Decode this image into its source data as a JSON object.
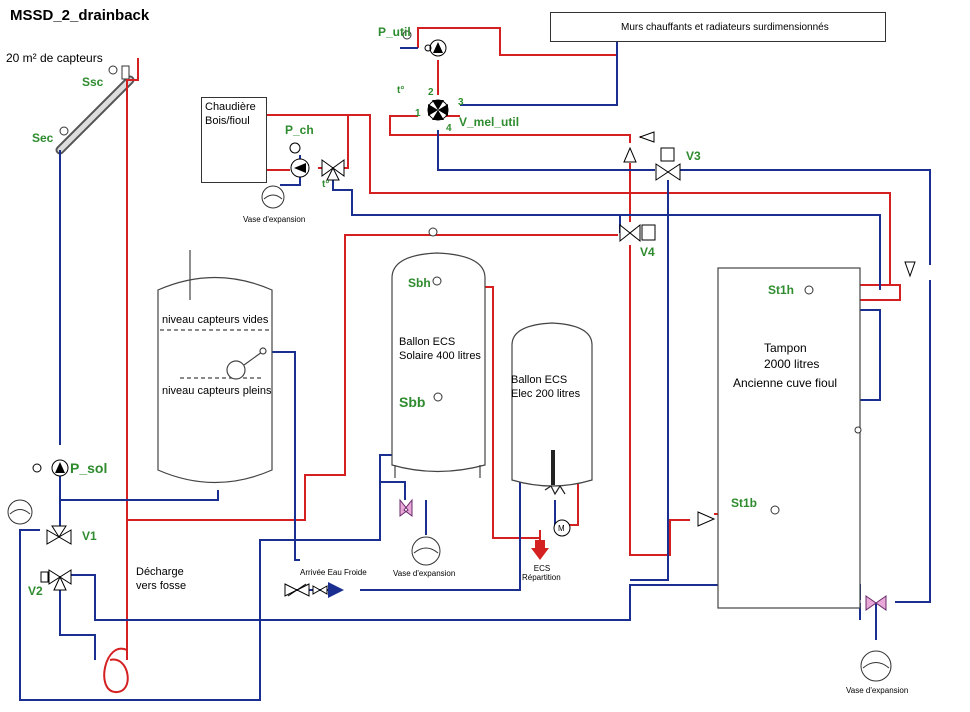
{
  "title": "MSSD_2_drainback",
  "collectors": {
    "area": "20 m² de capteurs",
    "ssc": "Ssc",
    "sec": "Sec"
  },
  "heating_box": "Murs chauffants et radiateurs surdimensionnés",
  "boiler": {
    "line1": "Chaudière",
    "line2": "Bois/fioul"
  },
  "pumps": {
    "p_util": "P_util",
    "p_ch": "P_ch",
    "p_sol": "P_sol"
  },
  "valves": {
    "v_mel_util": "V_mel_util",
    "v3": "V3",
    "v4": "V4",
    "v1": "V1",
    "v2": "V2",
    "port1": "1",
    "port2": "2",
    "port3": "3",
    "port4": "4",
    "temp1": "t°",
    "temp2": "t°"
  },
  "expansion_label": "Vase d'expansion",
  "drainback": {
    "empty": "niveau capteurs vides",
    "full": "niveau capteurs pleins"
  },
  "solar_tank": {
    "line1": "Ballon ECS",
    "line2": "Solaire 400 litres",
    "sbh": "Sbh",
    "sbb": "Sbb"
  },
  "elec_tank": {
    "line1": "Ballon ECS",
    "line2": "Elec 200 litres",
    "motor": "M"
  },
  "buffer": {
    "line1": "Tampon",
    "line2": "2000 litres",
    "line3": "Ancienne cuve fioul",
    "st1h": "St1h",
    "st1b": "St1b"
  },
  "discharge": {
    "line1": "Décharge",
    "line2": "vers fosse"
  },
  "cold_water": "Arrivée Eau Froide",
  "ecs_out": {
    "line1": "ECS",
    "line2": "Répartition"
  },
  "colors": {
    "hot": "#d42020",
    "cold": "#1a2f8f",
    "sensor": "#2e8b2e"
  }
}
